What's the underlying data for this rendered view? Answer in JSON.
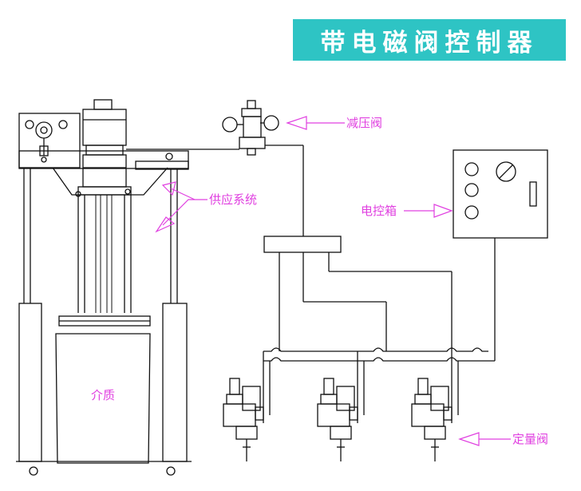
{
  "title": "带电磁阀控制器",
  "labels": {
    "pressure_valve": "减压阀",
    "supply_system": "供应系统",
    "control_box": "电控箱",
    "medium": "介质",
    "dosing_valve": "定量阀"
  },
  "colors": {
    "banner_bg": "#2ec4c4",
    "banner_text": "#ffffff",
    "label": "#e040e0",
    "line": "#111111"
  }
}
